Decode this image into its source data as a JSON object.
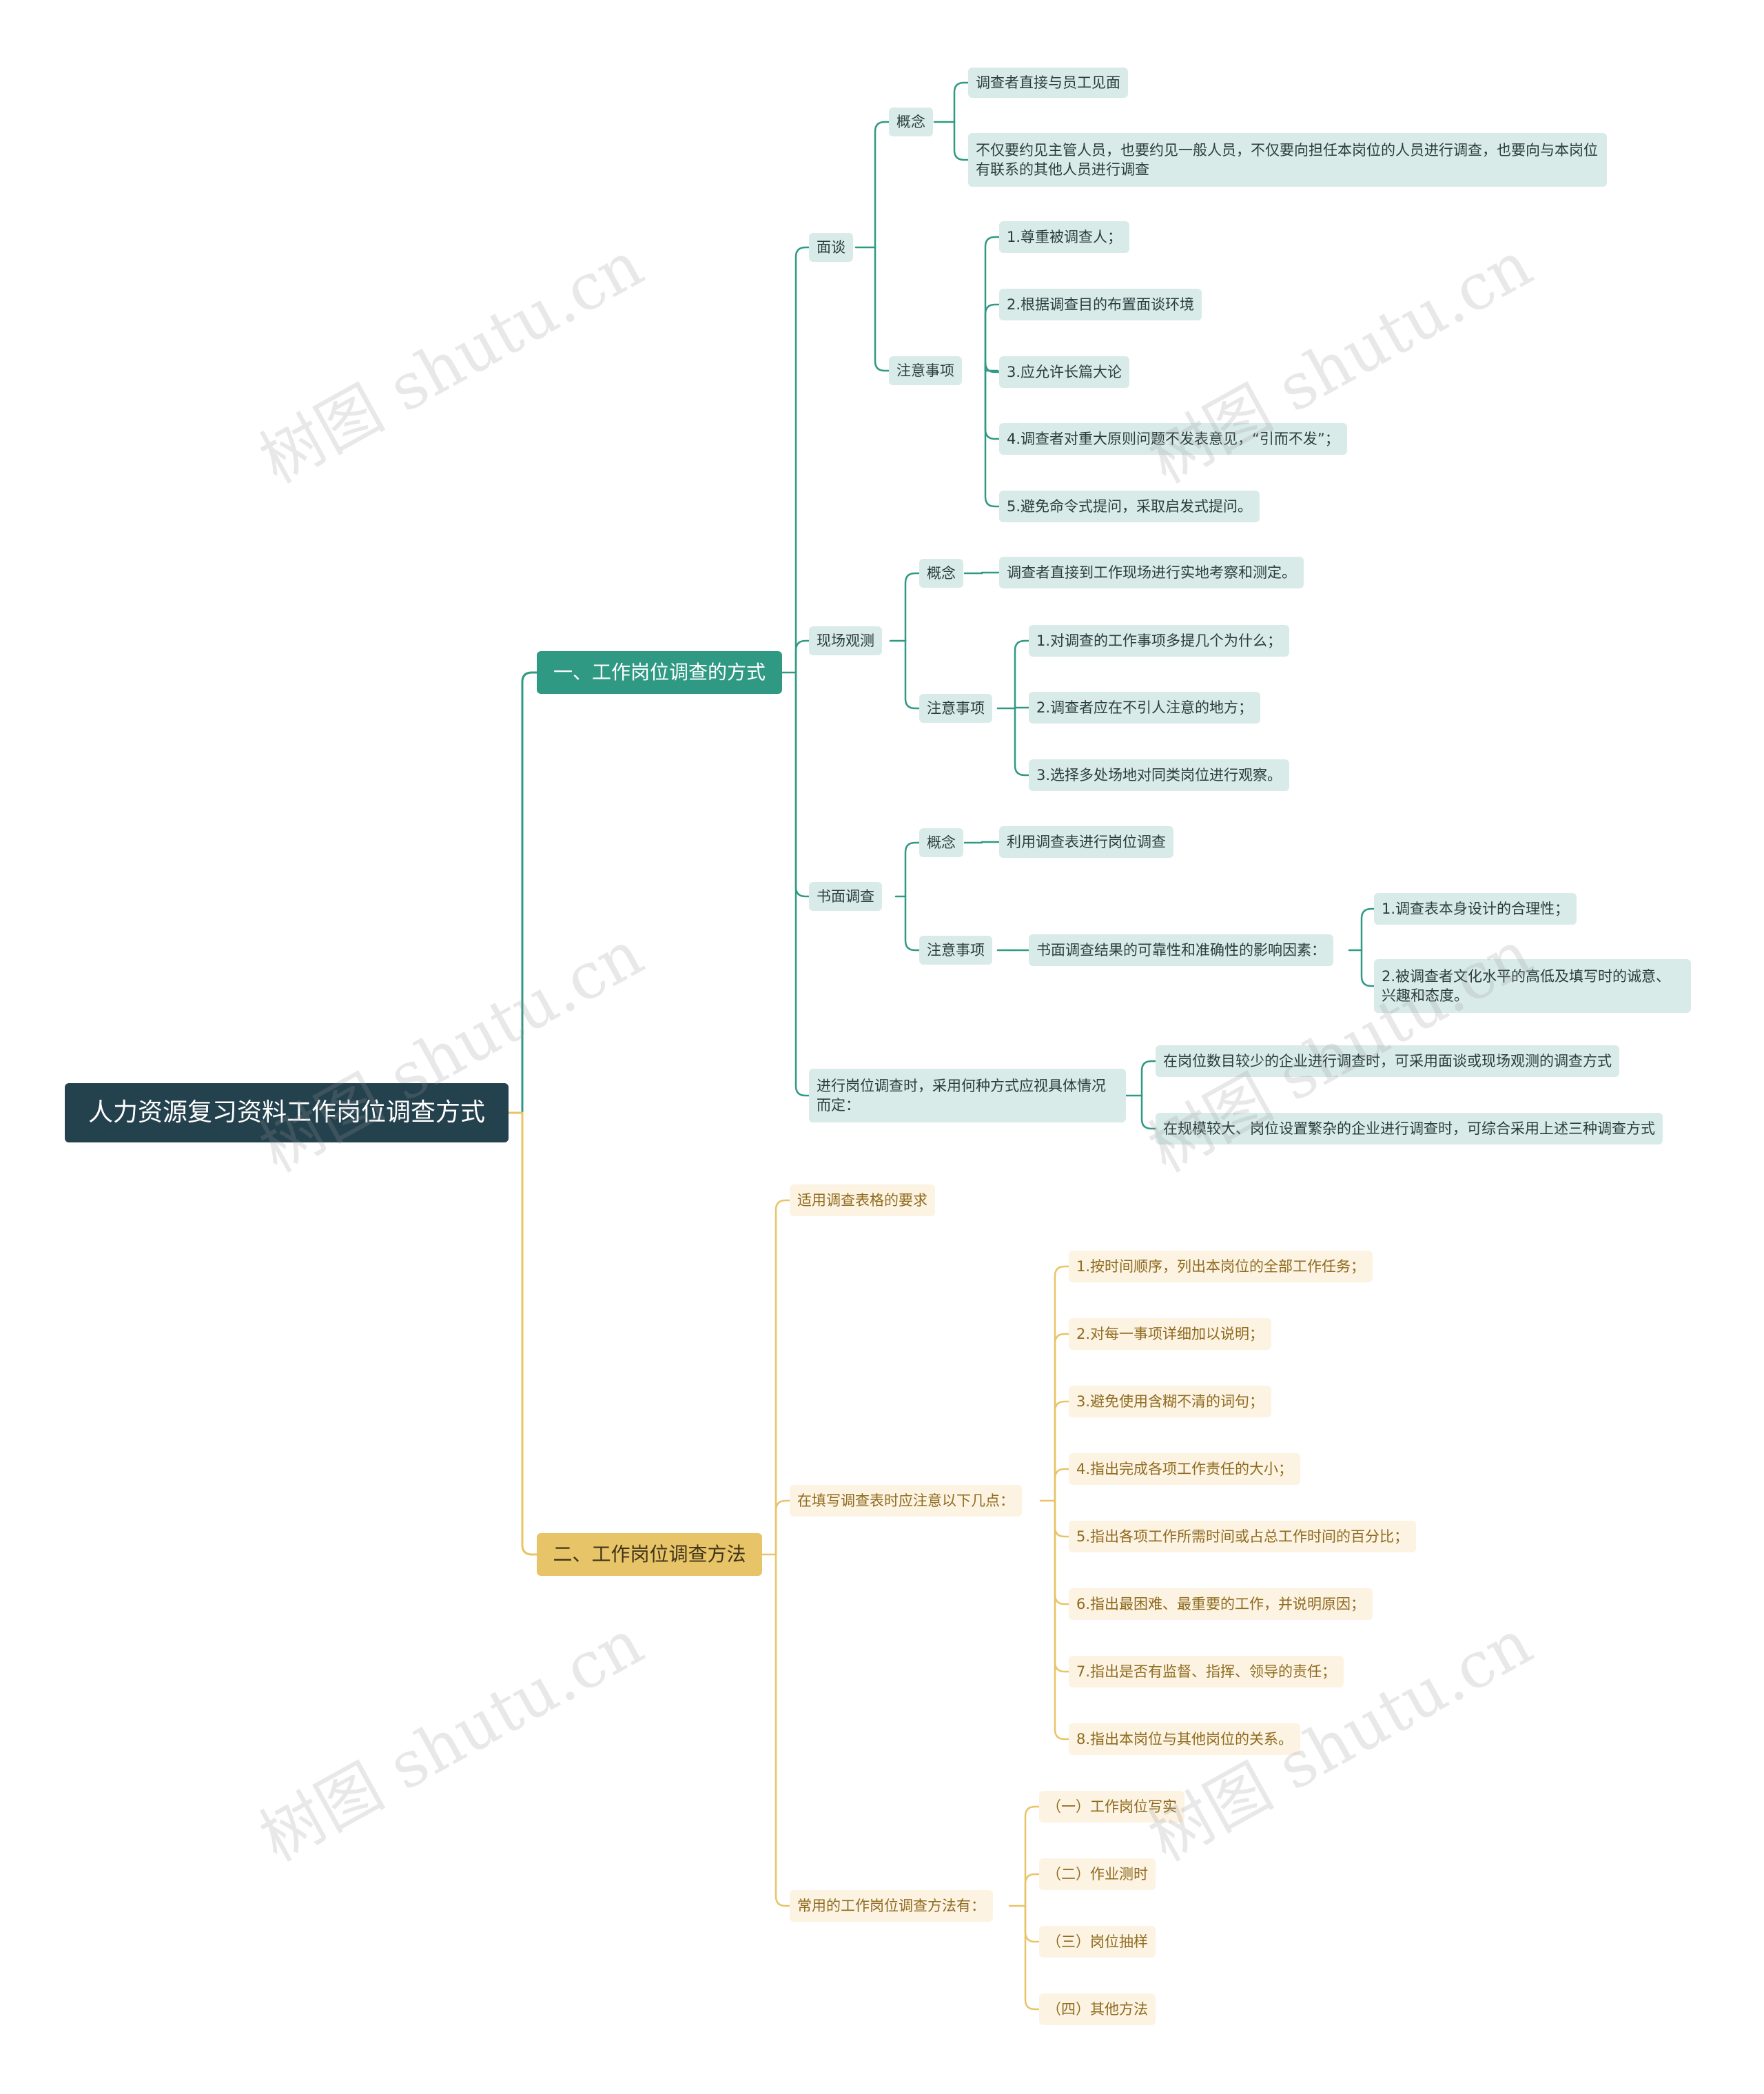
{
  "root": "人力资源复习资料工作岗位调查方式",
  "branch1": {
    "label": "一、工作岗位调查的方式",
    "interview": {
      "label": "面谈",
      "concept_label": "概念",
      "concept": [
        "调查者直接与员工见面",
        "不仅要约见主管人员，也要约见一般人员，不仅要向担任本岗位的人员进行调查，也要向与本岗位有联系的其他人员进行调查"
      ],
      "notes_label": "注意事项",
      "notes": [
        "1.尊重被调查人；",
        "2.根据调查目的布置面谈环境",
        "3.应允许长篇大论",
        "4.调查者对重大原则问题不发表意见，“引而不发”；",
        "5.避免命令式提问，采取启发式提问。"
      ]
    },
    "observation": {
      "label": "现场观测",
      "concept_label": "概念",
      "concept": "调查者直接到工作现场进行实地考察和测定。",
      "notes_label": "注意事项",
      "notes": [
        "1.对调查的工作事项多提几个为什么；",
        "2.调查者应在不引人注意的地方；",
        "3.选择多处场地对同类岗位进行观察。"
      ]
    },
    "written": {
      "label": "书面调查",
      "concept_label": "概念",
      "concept": "利用调查表进行岗位调查",
      "notes_label": "注意事项",
      "factors": "书面调查结果的可靠性和准确性的影响因素：",
      "factor_items": [
        "1.调查表本身设计的合理性；",
        "2.被调查者文化水平的高低及填写时的诚意、兴趣和态度。"
      ]
    },
    "choice": {
      "label": "进行岗位调查时，采用何种方式应视具体情况而定：",
      "items": [
        "在岗位数目较少的企业进行调查时，可采用面谈或现场观测的调查方式",
        "在规模较大、岗位设置繁杂的企业进行调查时，可综合采用上述三种调查方式"
      ]
    }
  },
  "branch2": {
    "label": "二、工作岗位调查方法",
    "form_req": "适用调查表格的要求",
    "fill": {
      "label": "在填写调查表时应注意以下几点：",
      "items": [
        "1.按时间顺序，列出本岗位的全部工作任务；",
        "2.对每一事项详细加以说明；",
        "3.避免使用含糊不清的词句；",
        "4.指出完成各项工作责任的大小；",
        "5.指出各项工作所需时间或占总工作时间的百分比；",
        "6.指出最困难、最重要的工作，并说明原因；",
        "7.指出是否有监督、指挥、领导的责任；",
        "8.指出本岗位与其他岗位的关系。"
      ]
    },
    "methods": {
      "label": "常用的工作岗位调查方法有：",
      "items": [
        "（一）工作岗位写实",
        "（二）作业测时",
        "（三）岗位抽样",
        "（四）其他方法"
      ]
    }
  },
  "watermark": "树图 shutu.cn",
  "colors": {
    "root": "#24414e",
    "teal": "#2f9984",
    "teal_light": "#d9ebe9",
    "gold": "#e8c468",
    "gold_light": "#fcf3e2"
  }
}
